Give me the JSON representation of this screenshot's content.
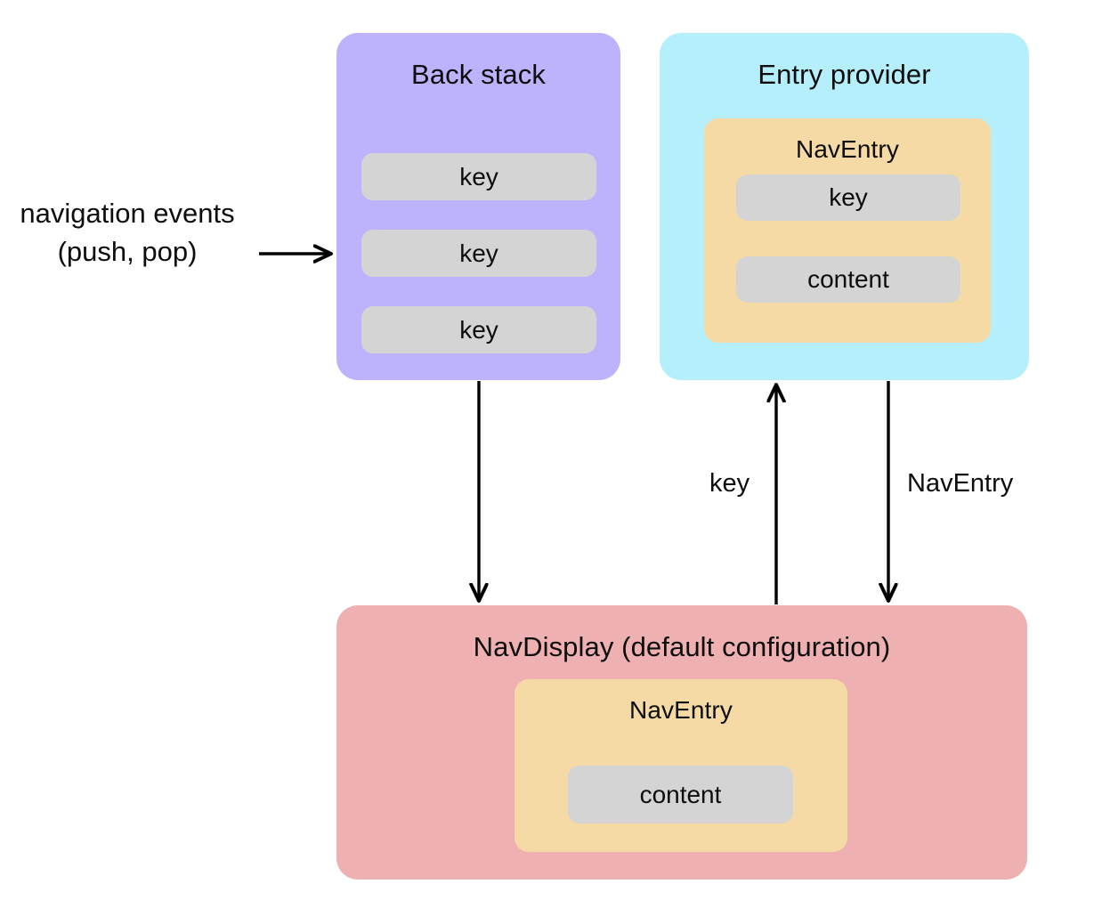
{
  "diagram": {
    "title_context": "Navigation 3 architecture",
    "background_color": "#ffffff",
    "colors": {
      "back_stack": "#bdb2fc",
      "entry_provider": "#b5effc",
      "nav_entry": "#f6daa5",
      "nav_display": "#eeb0b0",
      "chip": "#d5d4d4",
      "text": "#0d0d0d",
      "arrow": "#000000"
    },
    "external_label": {
      "line1": "navigation events",
      "line2": "(push, pop)"
    },
    "back_stack": {
      "title": "Back stack",
      "items": [
        "key",
        "key",
        "key"
      ]
    },
    "entry_provider": {
      "title": "Entry provider",
      "nav_entry": {
        "title": "NavEntry",
        "items": [
          "key",
          "content"
        ]
      }
    },
    "nav_display": {
      "title": "NavDisplay (default configuration)",
      "nav_entry": {
        "title": "NavEntry",
        "items": [
          "content"
        ]
      }
    },
    "edges": [
      {
        "name": "nav-events-to-back-stack",
        "label": "",
        "from": "navigation events",
        "to": "Back stack",
        "direction": "right"
      },
      {
        "name": "back-stack-to-nav-display",
        "label": "",
        "from": "Back stack",
        "to": "NavDisplay",
        "direction": "down"
      },
      {
        "name": "nav-display-to-entry-provider",
        "label": "key",
        "from": "NavDisplay",
        "to": "Entry provider",
        "direction": "up"
      },
      {
        "name": "entry-provider-to-nav-display",
        "label": "NavEntry",
        "from": "Entry provider",
        "to": "NavDisplay",
        "direction": "down"
      }
    ]
  }
}
